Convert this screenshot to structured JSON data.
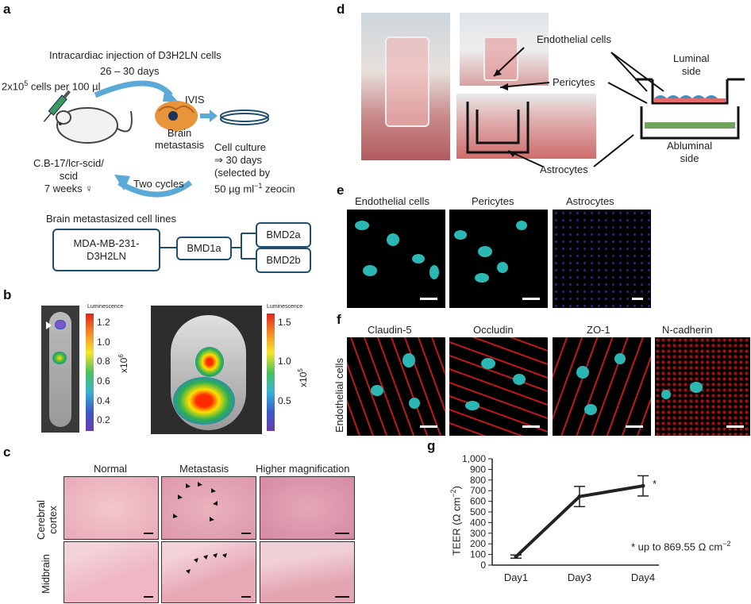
{
  "panels": {
    "a": "a",
    "b": "b",
    "c": "c",
    "d": "d",
    "e": "e",
    "f": "f",
    "g": "g"
  },
  "panel_a": {
    "title": "Intracardiac injection of D3H2LN cells",
    "cells_per_volume": "2x10",
    "cells_exp": "5",
    "cells_suffix": " cells per 100 µl",
    "days": "26 – 30 days",
    "ivis": "IVIS",
    "brain_metastasis": [
      "Brain",
      "metastasis"
    ],
    "cell_culture": [
      "Cell culture",
      "⇒ 30 days",
      "(selected by",
      "50 µg ml",
      "−1",
      " zeocin"
    ],
    "mouse_strain": [
      "C.B-17/lcr-scid/",
      "scid",
      "7 weeks ♀"
    ],
    "two_cycles": "Two cycles",
    "cell_lines_title": "Brain metastasized cell lines",
    "box_parent": [
      "MDA-MB-231-",
      "D3H2LN"
    ],
    "box_bmd1a": "BMD1a",
    "box_bmd2a": "BMD2a",
    "box_bmd2b": "BMD2b"
  },
  "panel_b": {
    "left_label": "Luminescence",
    "left_ticks": [
      "1.2",
      "1.0",
      "0.8",
      "0.6",
      "0.4",
      "0.2"
    ],
    "left_unit": "x10",
    "left_unit_exp": "6",
    "right_label": "Luminescence",
    "right_ticks": [
      "1.5",
      "1.0",
      "0.5"
    ],
    "right_unit": "x10",
    "right_unit_exp": "5"
  },
  "panel_c": {
    "columns": [
      "Normal",
      "Metastasis",
      "Higher magnification"
    ],
    "rows": [
      [
        "Cerebral",
        "cortex"
      ],
      [
        "Midbrain"
      ]
    ]
  },
  "panel_d": {
    "endothelial": "Endothelial cells",
    "pericytes": "Pericytes",
    "astrocytes": "Astrocytes",
    "luminal": [
      "Luminal",
      "side"
    ],
    "abluminal": [
      "Abluminal",
      "side"
    ]
  },
  "panel_e": {
    "labels": [
      "Endothelial cells",
      "Pericytes",
      "Astrocytes"
    ]
  },
  "panel_f": {
    "labels": [
      "Claudin-5",
      "Occludin",
      "ZO-1",
      "N-cadherin"
    ],
    "row_label": "Endothelial cells"
  },
  "chart_data": {
    "type": "line",
    "categories": [
      "Day1",
      "Day3",
      "Day4"
    ],
    "values": [
      80,
      645,
      745
    ],
    "errors": [
      15,
      95,
      95
    ],
    "ylabel": "TEER (Ω cm",
    "ylabel_exp": "−2",
    "ylabel_end": ")",
    "ylim": [
      0,
      1000
    ],
    "yticks": [
      "0",
      "100",
      "200",
      "300",
      "400",
      "500",
      "600",
      "700",
      "800",
      "900",
      "1,000"
    ],
    "star": "*",
    "footnote": "* up to 869.55 Ω cm",
    "footnote_exp": "−2",
    "line_color": "#222222"
  }
}
